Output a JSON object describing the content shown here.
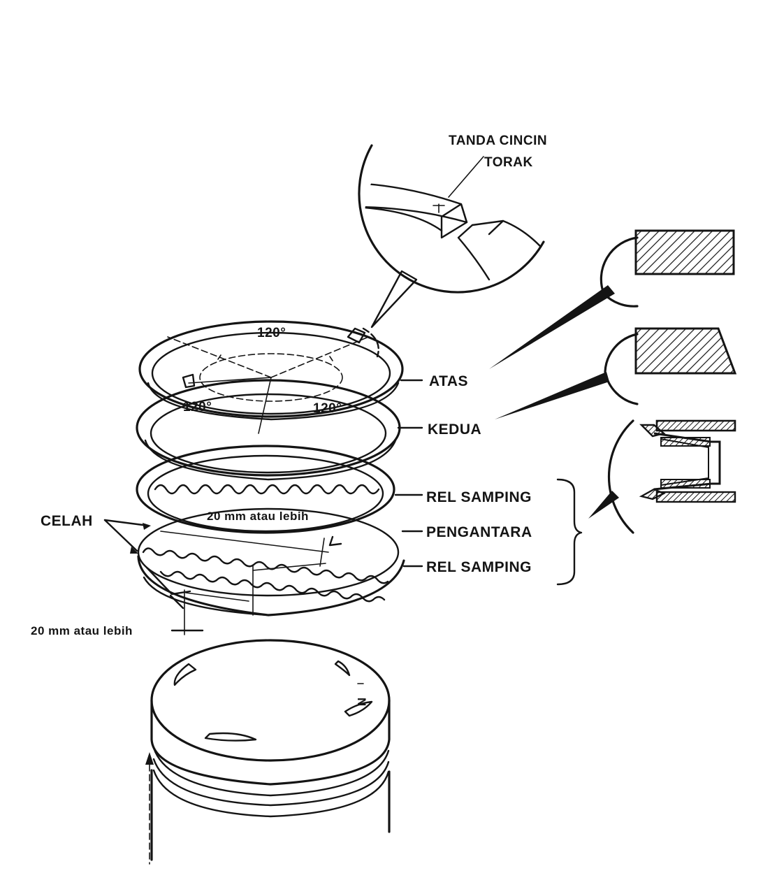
{
  "labels": {
    "ring_mark_line1": "TANDA CINCIN",
    "ring_mark_line2": "TORAK",
    "top_ring": "ATAS",
    "second_ring": "KEDUA",
    "side_rail_upper": "REL SAMPING",
    "spacer": "PENGANTARA",
    "side_rail_lower": "REL SAMPING",
    "gap": "CELAH",
    "distance_inner": "20 mm atau lebih",
    "distance_outer": "20 mm atau lebih",
    "angle_top": "120°",
    "angle_left": "120°",
    "angle_right": "120°",
    "piston_mark": "N"
  },
  "colors": {
    "ink": "#141414",
    "paper": "#ffffff",
    "hatch": "#141414"
  }
}
